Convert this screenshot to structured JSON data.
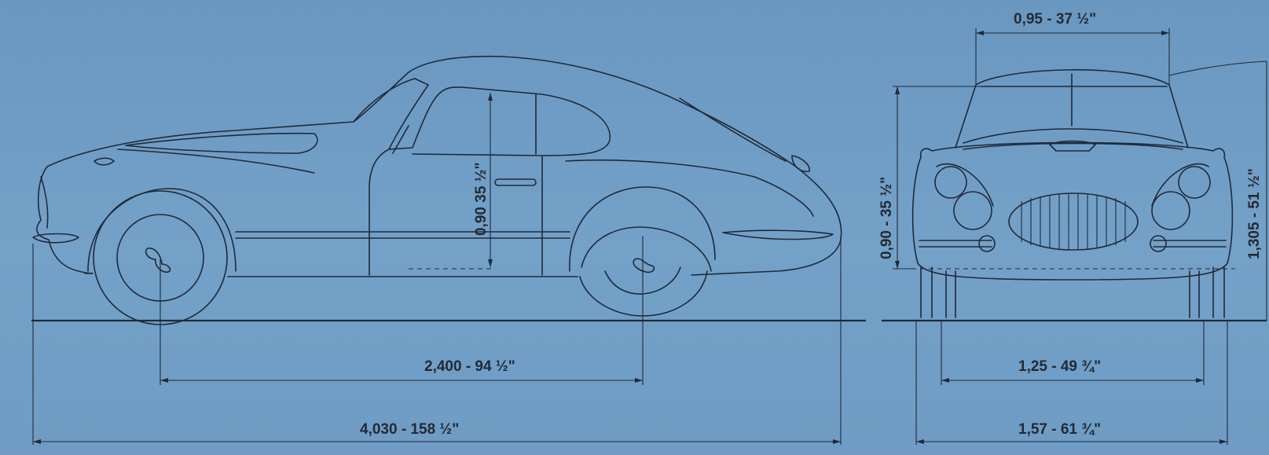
{
  "side_view": {
    "wheelbase_label": "2,400 - 94 ½\"",
    "overall_length_label": "4,030 - 158 ½\"",
    "interior_height_label": "0,90 35 ½\""
  },
  "front_view": {
    "roof_width_label": "0,95 - 37 ½\"",
    "interior_height_label": "0,90 - 35 ½\"",
    "overall_height_label": "1,305 - 51 ½\"",
    "track_label": "1,25 - 49 ¾\"",
    "overall_width_label": "1,57 - 61 ¾\""
  },
  "colors": {
    "background": "#6f9bc3",
    "linework": "#1f2a3a"
  }
}
